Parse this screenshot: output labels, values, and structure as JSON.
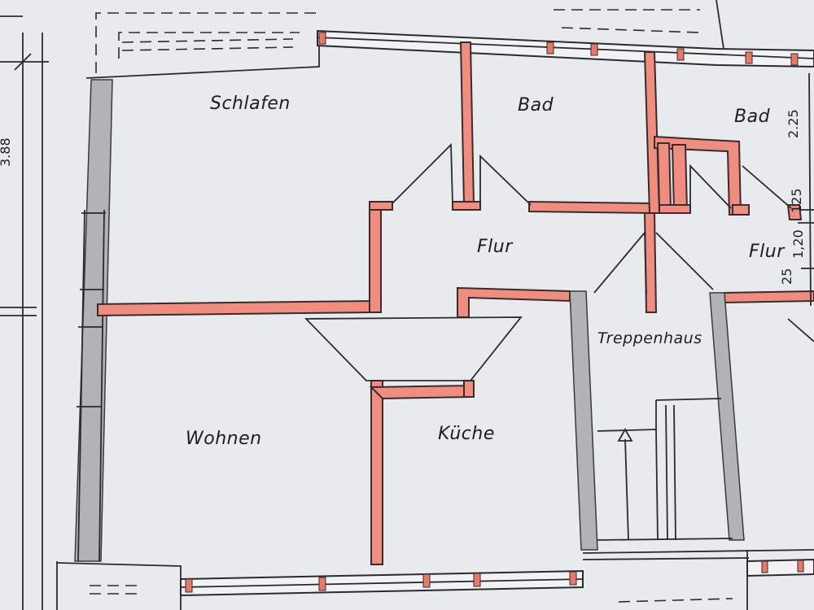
{
  "rooms": {
    "schlafen": "Schlafen",
    "bad_1": "Bad",
    "bad_2": "Bad",
    "flur_1": "Flur",
    "flur_2": "Flur",
    "wohnen": "Wohnen",
    "kueche": "Küche",
    "treppenhaus": "Treppenhaus"
  },
  "dimensions": {
    "height_225": "2.25",
    "height_125": "125",
    "height_120": "1,20",
    "height_25": "25",
    "width_partial": "3.88"
  },
  "colors": {
    "paper": "#e9eaee",
    "new_wall": "#ef8e80",
    "existing_wall": "#b3b3b6",
    "ink": "#2a2a30"
  }
}
